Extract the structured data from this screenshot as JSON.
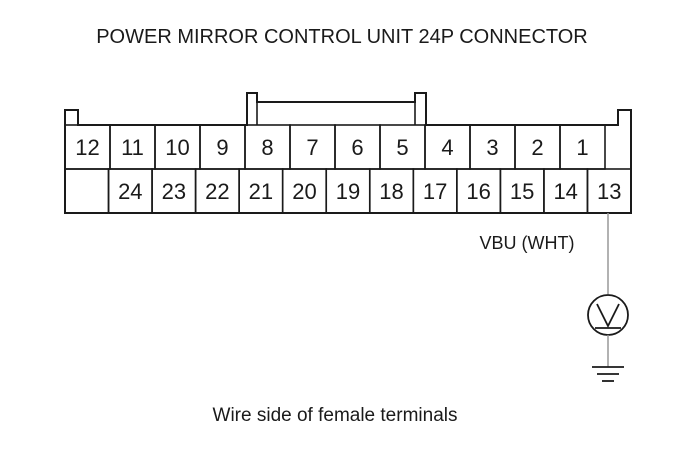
{
  "title": "POWER MIRROR CONTROL UNIT 24P CONNECTOR",
  "caption": "Wire side of female terminals",
  "top_row": [
    "12",
    "11",
    "10",
    "9",
    "8",
    "7",
    "6",
    "5",
    "4",
    "3",
    "2",
    "1"
  ],
  "bottom_row": [
    "",
    "24",
    "23",
    "22",
    "21",
    "20",
    "19",
    "18",
    "17",
    "16",
    "15",
    "14",
    "13"
  ],
  "probe": {
    "terminal": "13",
    "wire_label": "VBU (WHT)",
    "meter_symbol": "voltmeter-icon",
    "ground_symbol": "ground-icon"
  }
}
